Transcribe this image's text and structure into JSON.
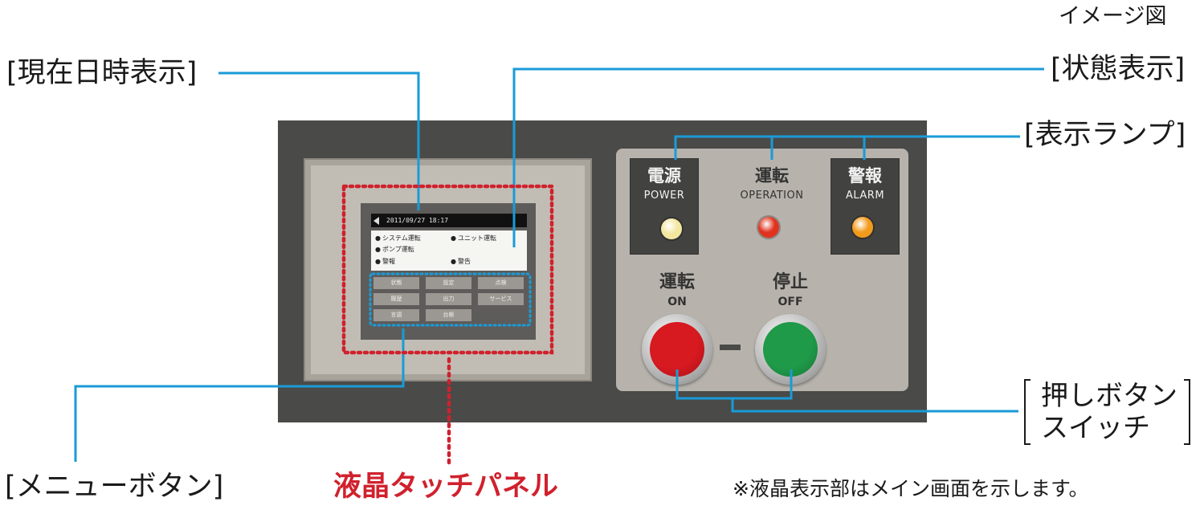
{
  "corner_note": "イメージ図",
  "callouts": {
    "datetime": "[現在日時表示]",
    "status": "[状態表示]",
    "lamps": "[表示ランプ]",
    "pushbuttons_line1": "押しボタン",
    "pushbuttons_line2": "スイッチ",
    "menu": "[メニューボタン]",
    "touch_panel": "液晶タッチパネル",
    "footnote": "※液晶表示部はメイン画面を示します。"
  },
  "lcd": {
    "datetime": "2011/09/27 18:17",
    "status_items": [
      "システム運転",
      "ユニット運転",
      "ポンプ運転",
      "警報",
      "警告"
    ],
    "menu_buttons": [
      "状態",
      "設定",
      "点検",
      "履歴",
      "出力",
      "サービス",
      "言語",
      "台帳"
    ]
  },
  "lamps": [
    {
      "jp": "電源",
      "en": "POWER",
      "color": "#f3e6a0"
    },
    {
      "jp": "運転",
      "en": "OPERATION",
      "color": "#e0321e"
    },
    {
      "jp": "警報",
      "en": "ALARM",
      "color": "#f29a1b"
    }
  ],
  "buttons": [
    {
      "jp": "運転",
      "en": "ON",
      "color": "#d71920"
    },
    {
      "jp": "停止",
      "en": "OFF",
      "color": "#1f9a48"
    }
  ],
  "colors": {
    "leader_line": "#1a9bd7",
    "touch_outline": "#d0212d",
    "menu_outline": "#1a9bd7"
  }
}
